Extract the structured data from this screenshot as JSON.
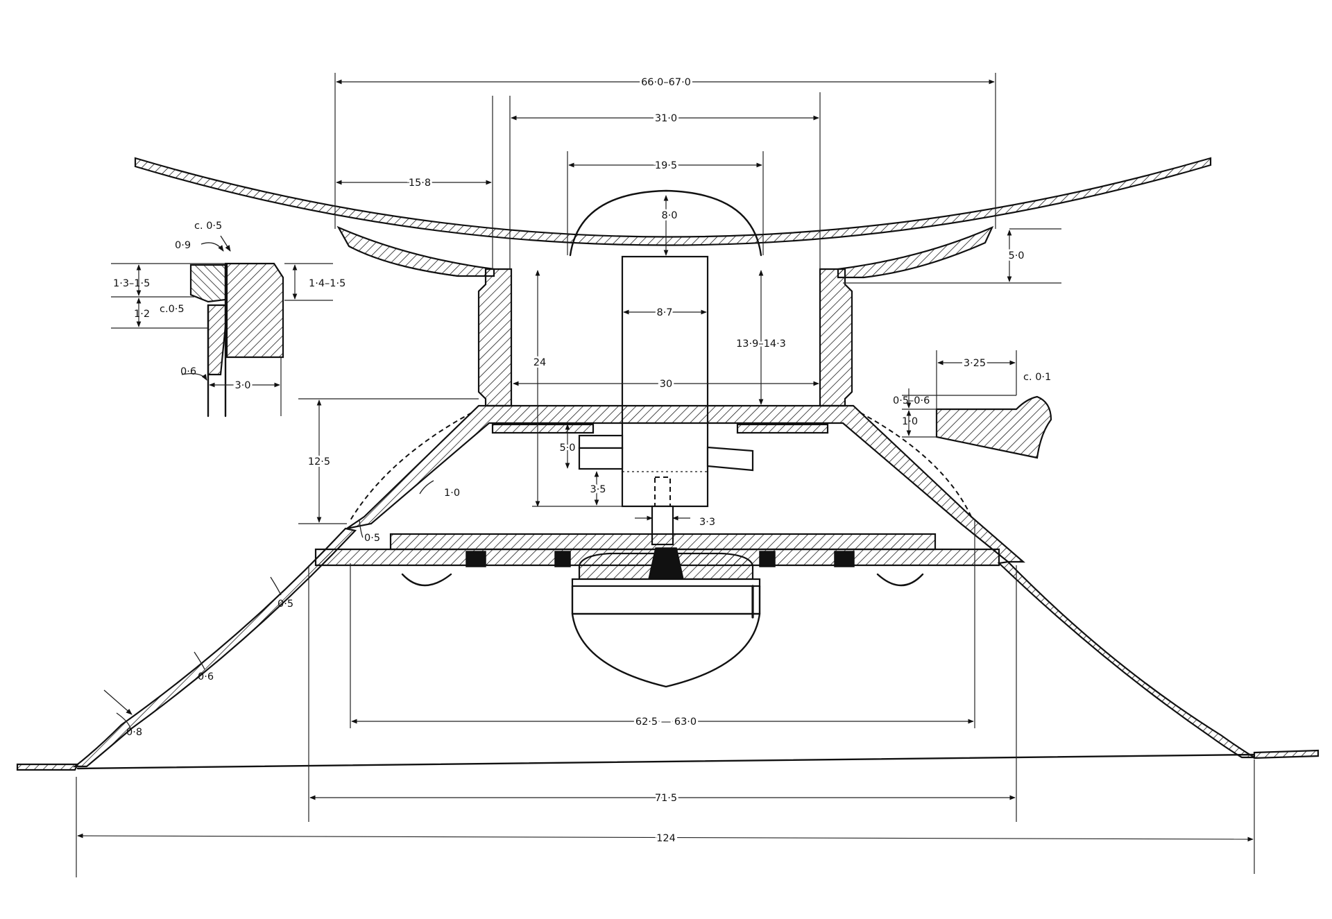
{
  "dimensions": {
    "top_span": "66·0–67·0",
    "inner_span": "31·0",
    "dome_span": "19·5",
    "dome_height": "8·0",
    "left_offset": "15·8",
    "right_drop": "5·0",
    "shaft_width": "8·7",
    "height_mid": "13·9–14·3",
    "height_left": "24",
    "ring_inner": "30",
    "cone_height": "12·5",
    "block_height": "5·0",
    "pin_height": "3·5",
    "pin_diameter": "3·3",
    "base_inner": "62·5 — 63·0",
    "base_mid": "71·5",
    "base_overall": "124"
  },
  "thickness": {
    "t1": "1·0",
    "t2": "0·5",
    "t3": "0·5",
    "t4": "0·6",
    "t5": "0·8"
  },
  "detail_left": {
    "c05_top": "c. 0·5",
    "d09": "0·9",
    "d13_15": "1·3–1·5",
    "d14_15": "1·4–1·5",
    "c05_mid": "c.0·5",
    "d12": "1·2",
    "d06": "0·6",
    "d30": "3·0"
  },
  "detail_right": {
    "d325": "3·25",
    "c01": "c. 0·1",
    "d05_06": "0·5–0·6",
    "d10": "1·0"
  }
}
